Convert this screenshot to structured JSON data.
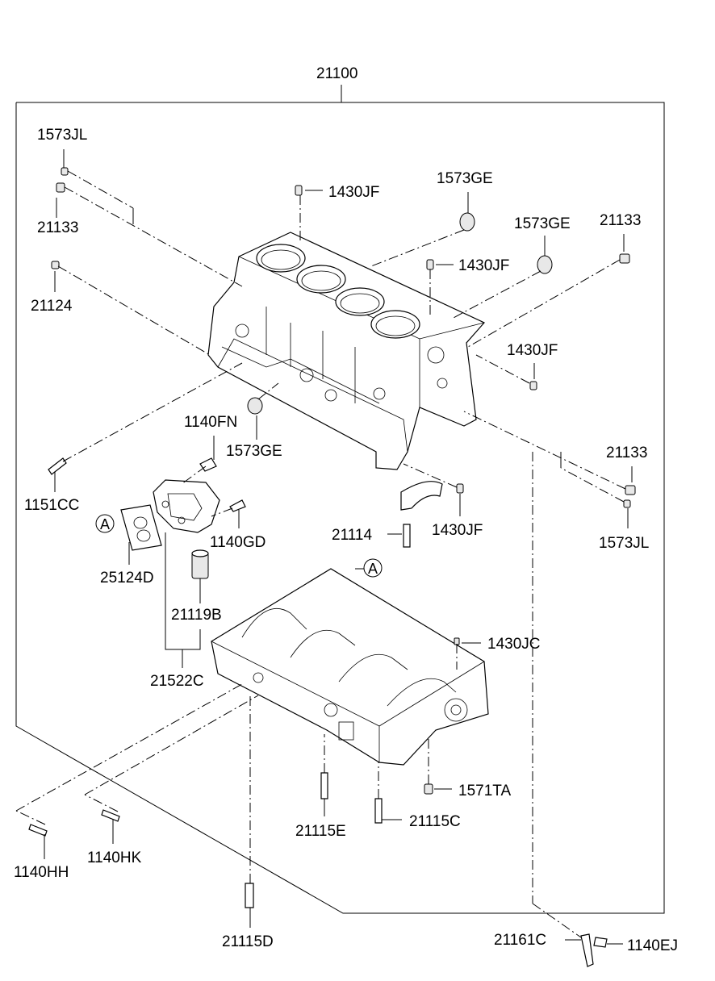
{
  "diagram": {
    "assembly_label": "21100",
    "reference_marker": "A",
    "parts": [
      {
        "id": "p1573jl_top",
        "number": "1573JL"
      },
      {
        "id": "p21133_left",
        "number": "21133"
      },
      {
        "id": "p21124",
        "number": "21124"
      },
      {
        "id": "p1430jf_a",
        "number": "1430JF"
      },
      {
        "id": "p1573ge_a",
        "number": "1573GE"
      },
      {
        "id": "p1573ge_b",
        "number": "1573GE"
      },
      {
        "id": "p21133_right_top",
        "number": "21133"
      },
      {
        "id": "p1430jf_b",
        "number": "1430JF"
      },
      {
        "id": "p1430jf_c",
        "number": "1430JF"
      },
      {
        "id": "p1140fn",
        "number": "1140FN"
      },
      {
        "id": "p1573ge_c",
        "number": "1573GE"
      },
      {
        "id": "p1151cc",
        "number": "1151CC"
      },
      {
        "id": "p21133_right_bottom",
        "number": "21133"
      },
      {
        "id": "p1573jl_bottom",
        "number": "1573JL"
      },
      {
        "id": "p1430jf_d",
        "number": "1430JF"
      },
      {
        "id": "p21114",
        "number": "21114"
      },
      {
        "id": "p1140gd",
        "number": "1140GD"
      },
      {
        "id": "p25124d",
        "number": "25124D"
      },
      {
        "id": "p21119b",
        "number": "21119B"
      },
      {
        "id": "p21522c",
        "number": "21522C"
      },
      {
        "id": "p1430jc",
        "number": "1430JC"
      },
      {
        "id": "p1571ta",
        "number": "1571TA"
      },
      {
        "id": "p21115e",
        "number": "21115E"
      },
      {
        "id": "p21115c",
        "number": "21115C"
      },
      {
        "id": "p1140hh",
        "number": "1140HH"
      },
      {
        "id": "p1140hk",
        "number": "1140HK"
      },
      {
        "id": "p21115d",
        "number": "21115D"
      },
      {
        "id": "p21161c",
        "number": "21161C"
      },
      {
        "id": "p1140ej",
        "number": "1140EJ"
      }
    ]
  }
}
